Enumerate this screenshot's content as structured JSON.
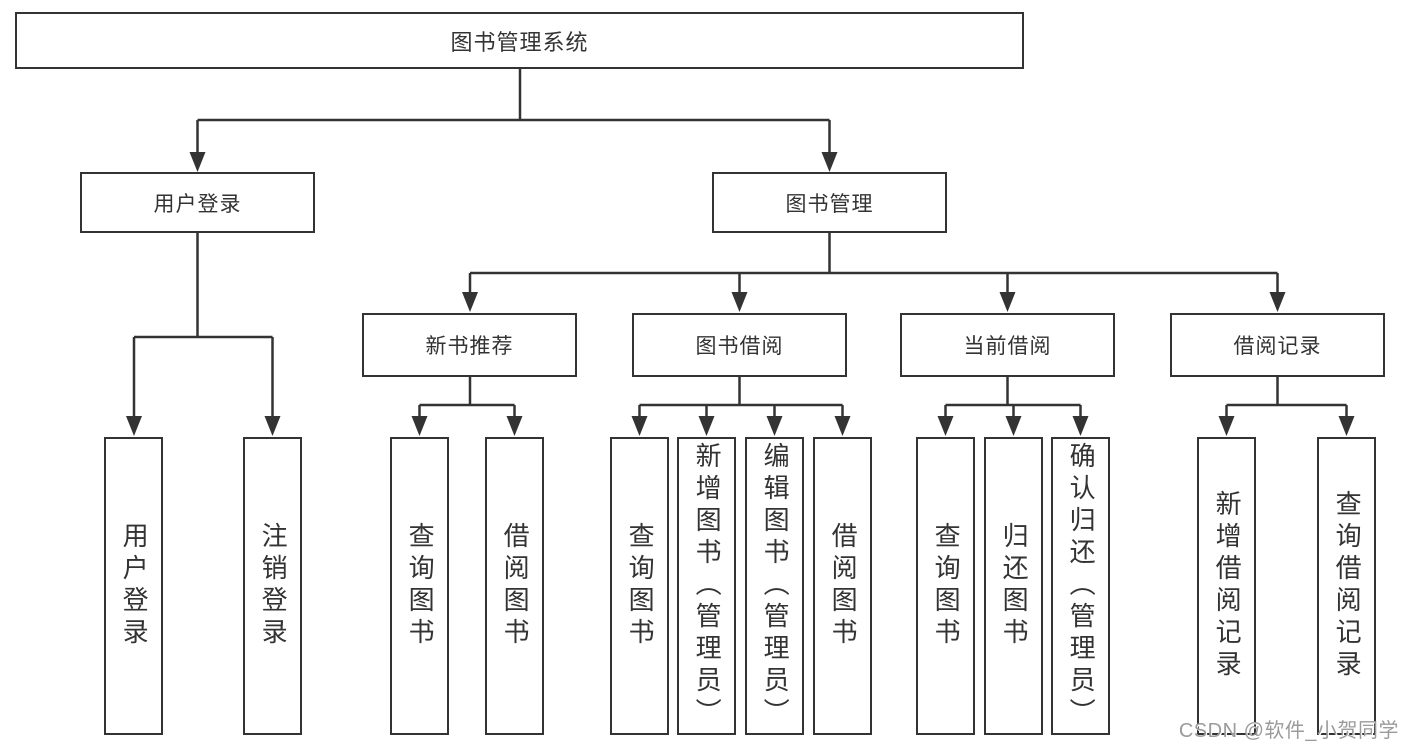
{
  "colors": {
    "background": "#ffffff",
    "line": "#333333",
    "box_border": "#333333",
    "text": "#333333",
    "watermark": "#9b9b9b"
  },
  "watermark": {
    "label": "CSDN @软件_小贺同学"
  },
  "tree": {
    "root": {
      "label": "图书管理系统"
    },
    "branches": [
      {
        "label": "用户登录",
        "children": [
          {
            "label": "用户登录"
          },
          {
            "label": "注销登录"
          }
        ]
      },
      {
        "label": "图书管理",
        "groups": [
          {
            "label": "新书推荐",
            "children": [
              {
                "label": "查询图书"
              },
              {
                "label": "借阅图书"
              }
            ]
          },
          {
            "label": "图书借阅",
            "children": [
              {
                "label": "查询图书"
              },
              {
                "label": "新增图书（管理员）"
              },
              {
                "label": "编辑图书（管理员）"
              },
              {
                "label": "借阅图书"
              }
            ]
          },
          {
            "label": "当前借阅",
            "children": [
              {
                "label": "查询图书"
              },
              {
                "label": "归还图书"
              },
              {
                "label": "确认归还（管理员）"
              }
            ]
          },
          {
            "label": "借阅记录",
            "children": [
              {
                "label": "新增借阅记录"
              },
              {
                "label": "查询借阅记录"
              }
            ]
          }
        ]
      }
    ]
  }
}
